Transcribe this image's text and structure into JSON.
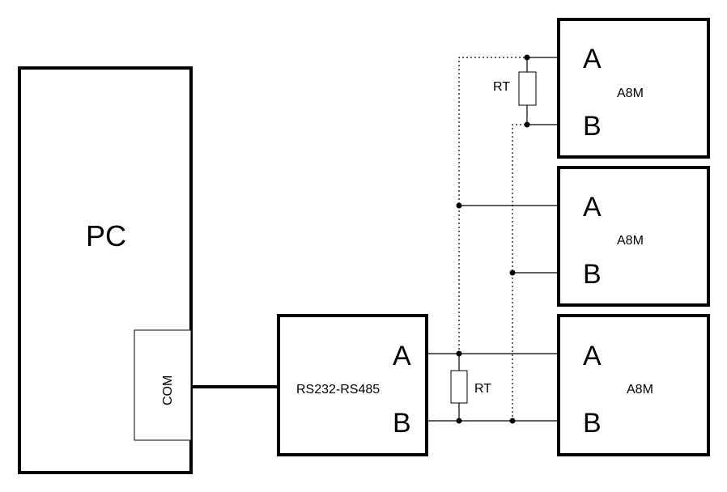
{
  "pc": {
    "label": "PC",
    "port_label": "COM"
  },
  "converter": {
    "label": "RS232-RS485",
    "terminal_a": "A",
    "terminal_b": "B"
  },
  "resistors": [
    {
      "label": "RT"
    },
    {
      "label": "RT"
    }
  ],
  "devices": [
    {
      "label": "A8M",
      "terminal_a": "A",
      "terminal_b": "B"
    },
    {
      "label": "A8M",
      "terminal_a": "A",
      "terminal_b": "B"
    },
    {
      "label": "A8M",
      "terminal_a": "A",
      "terminal_b": "B"
    }
  ]
}
